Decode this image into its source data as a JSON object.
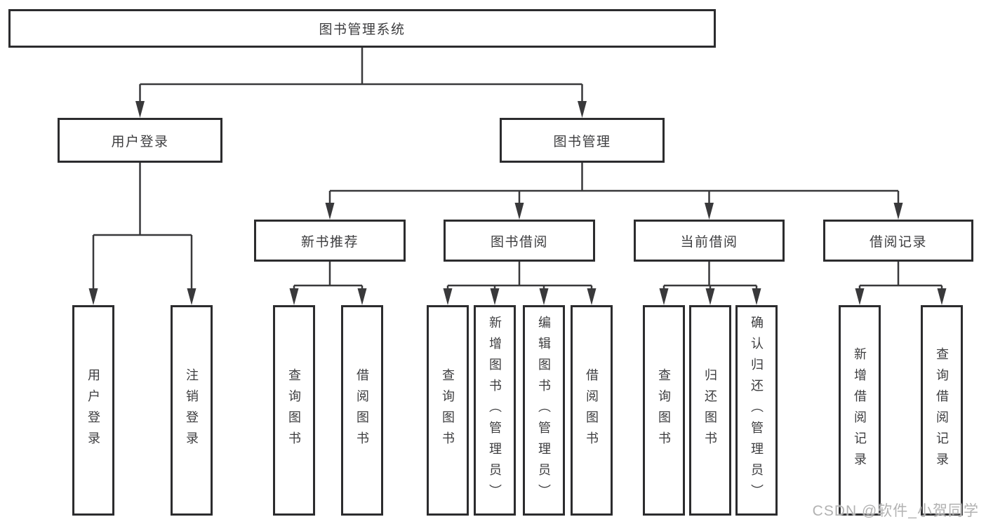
{
  "diagram_title": "图书管理系统",
  "watermark": "CSDN @软件_小贺同学",
  "colors": {
    "line": "#39393b",
    "box_border": "#2c2c2e",
    "text": "#3d3d3f",
    "watermark": "#b2b2b2",
    "background": "#ffffff"
  },
  "nodes": {
    "root": "图书管理系统",
    "user_login": "用户登录",
    "book_mgmt": "图书管理",
    "new_book_rec": "新书推荐",
    "book_borrow": "图书借阅",
    "current_borrow": "当前借阅",
    "borrow_record": "借阅记录",
    "user_login_leaf": "用户登录",
    "logout_leaf": "注销登录",
    "query_book_1": "查询图书",
    "borrow_book_1": "借阅图书",
    "query_book_2": "查询图书",
    "add_book_admin": "新增图书（管理员）",
    "edit_book_admin": "编辑图书（管理员）",
    "borrow_book_2": "借阅图书",
    "query_book_3": "查询图书",
    "return_book": "归还图书",
    "confirm_return_admin": "确认归还（管理员）",
    "add_borrow_record": "新增借阅记录",
    "query_borrow_record": "查询借阅记录"
  }
}
